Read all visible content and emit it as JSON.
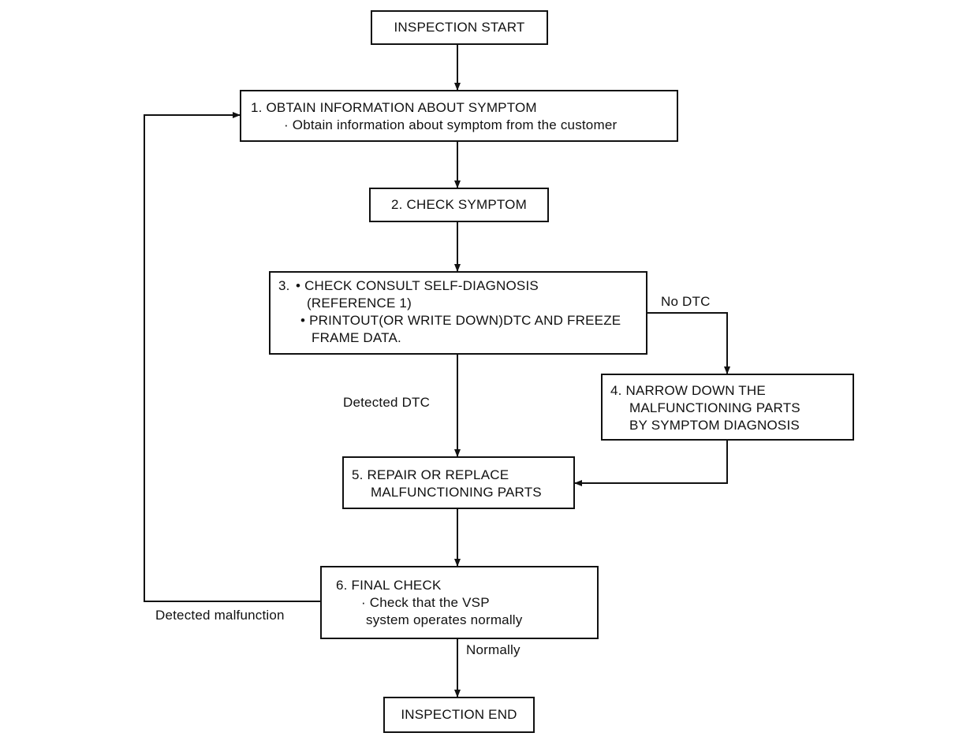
{
  "start": "INSPECTION START",
  "step1": {
    "title": "1. OBTAIN INFORMATION ABOUT SYMPTOM",
    "detail": "· Obtain information about symptom from the customer"
  },
  "step2": {
    "title": "2. CHECK SYMPTOM"
  },
  "step3": {
    "number": "3.",
    "bullet1_line1": "• CHECK CONSULT SELF-DIAGNOSIS",
    "bullet1_line2": "(REFERENCE 1)",
    "bullet2_line1": "• PRINTOUT(OR WRITE DOWN)DTC AND FREEZE",
    "bullet2_line2": "FRAME DATA."
  },
  "step4": {
    "line1": "4. NARROW DOWN THE",
    "line2": "MALFUNCTIONING PARTS",
    "line3": "BY SYMPTOM DIAGNOSIS"
  },
  "step5": {
    "line1": "5. REPAIR OR REPLACE",
    "line2": "MALFUNCTIONING PARTS"
  },
  "step6": {
    "title": "6. FINAL CHECK",
    "detail_line1": "· Check that the VSP",
    "detail_line2": "system operates normally"
  },
  "end": "INSPECTION END",
  "edges": {
    "no_dtc": "No DTC",
    "detected_dtc": "Detected DTC",
    "detected_malfunction": "Detected malfunction",
    "normally": "Normally"
  }
}
